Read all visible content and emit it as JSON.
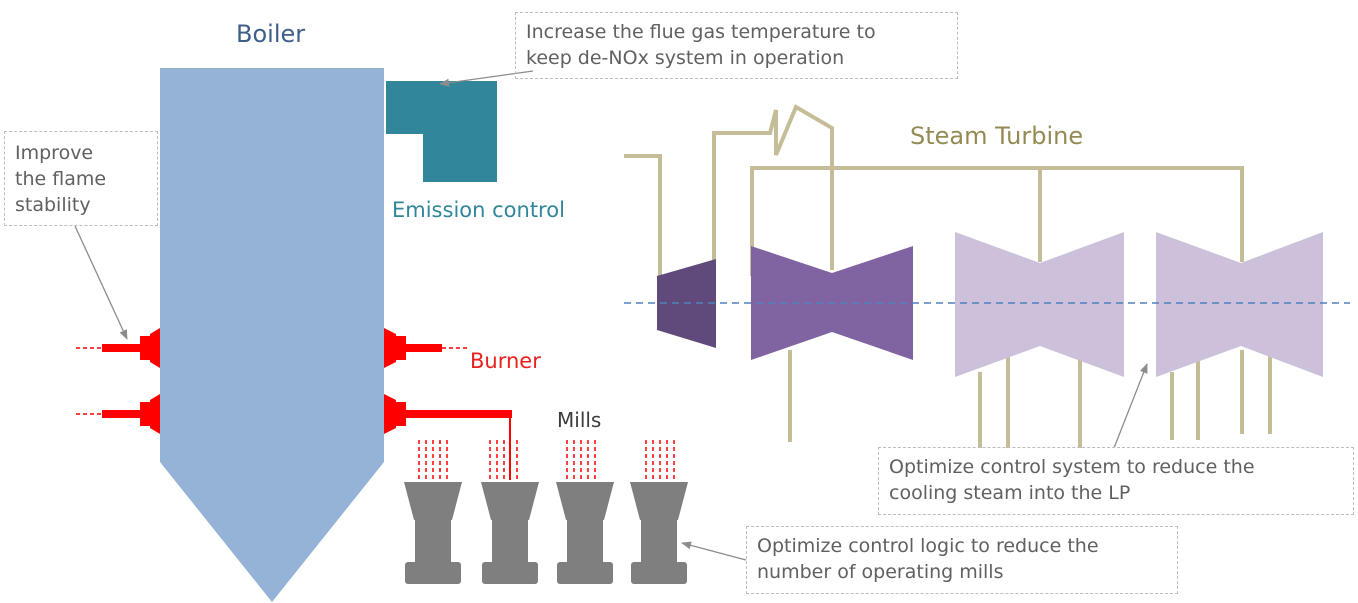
{
  "boiler": {
    "title": "Boiler"
  },
  "emission": {
    "label": "Emission control"
  },
  "burner": {
    "label": "Burner"
  },
  "mills": {
    "label": "Mills"
  },
  "turbine": {
    "title": "Steam Turbine"
  },
  "notes": {
    "flue_gas": [
      "Increase the flue gas temperature to",
      "keep de-NOx system in operation"
    ],
    "flame": [
      "Improve",
      "the flame",
      "stability"
    ],
    "cooling": [
      "Optimize control system to reduce the",
      "cooling steam into the LP"
    ],
    "mills": [
      "Optimize control logic to reduce the",
      "number of operating mills"
    ]
  },
  "colors": {
    "boiler": "#95b3d7",
    "emission": "#31869b",
    "burner": "#ff0000",
    "mill": "#7f7f7f",
    "pipe": "#c4bd97",
    "hp_turbine": "#604a7b",
    "ip_turbine": "#8064a2",
    "lp_turbine": "#ccc0da",
    "shaft": "#4f81bd"
  }
}
